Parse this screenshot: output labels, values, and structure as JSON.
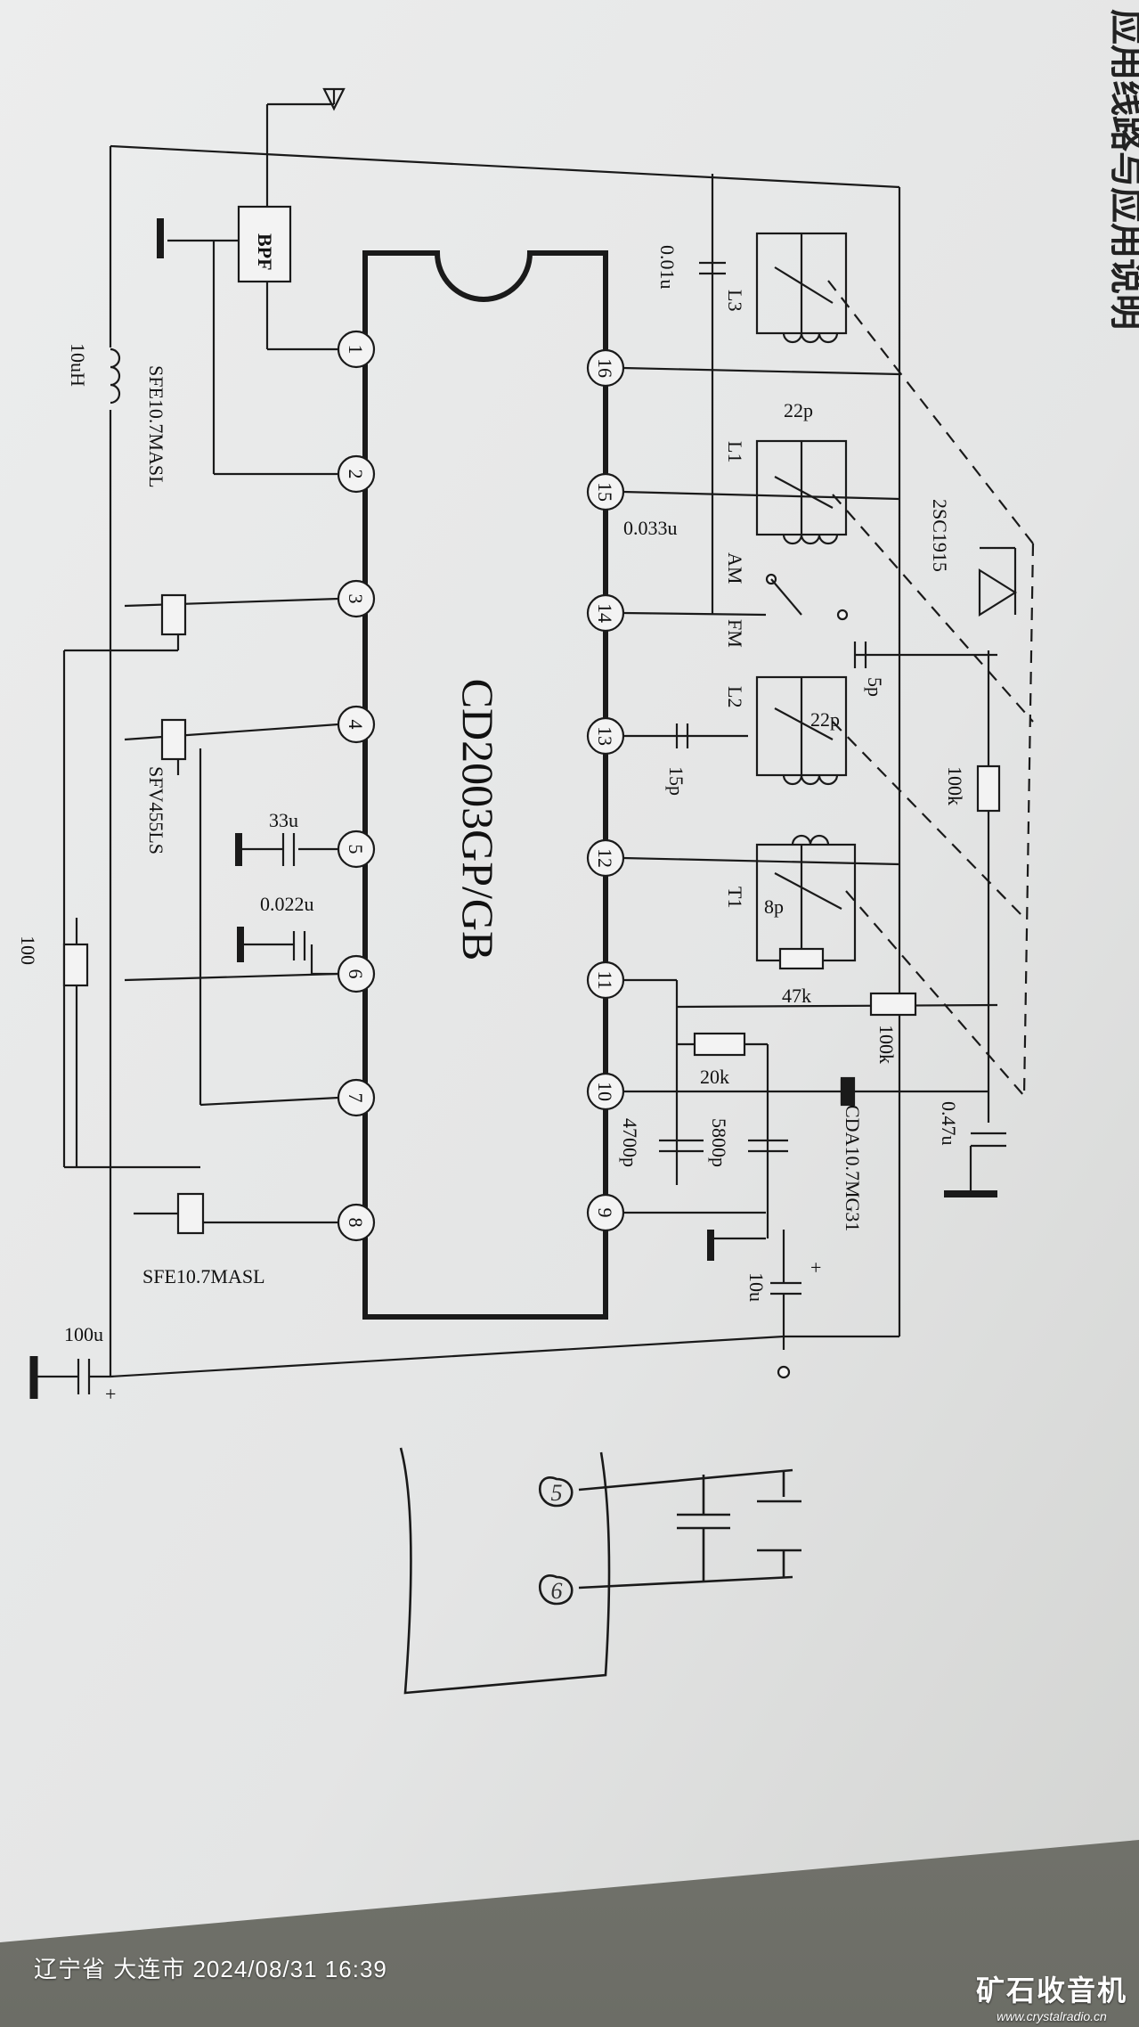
{
  "page_header": "应用线路与应用说明",
  "ic": {
    "part": "CD2003GP/GB",
    "pins": [
      "1",
      "2",
      "3",
      "4",
      "5",
      "6",
      "7",
      "8",
      "9",
      "10",
      "11",
      "12",
      "13",
      "14",
      "15",
      "16"
    ]
  },
  "components": {
    "bpf": "BPF",
    "l_10uh": "10uH",
    "sfe_top": "SFE10.7MASL",
    "sfv": "SFV455LS",
    "sfe_bottom": "SFE10.7MASL",
    "r_100": "100",
    "c_33u": "33u",
    "c_0022u": "0.022u",
    "c_100u": "100u",
    "c_001u": "0.01u",
    "l3": "L3",
    "c_22p_a": "22p",
    "l1": "L1",
    "c_0033u": "0.033u",
    "am": "AM",
    "fm": "FM",
    "transistor": "2SC1915",
    "c_5p": "5p",
    "c_22p_b": "22p",
    "l2": "L2",
    "c_15p": "15p",
    "r_100k_a": "100k",
    "t1": "T1",
    "c_8p": "8p",
    "r_47k": "47k",
    "r_100k_b": "100k",
    "r_20k": "20k",
    "c_4700p": "4700p",
    "c_5800p": "5800p",
    "cda": "CDA10.7MG31",
    "c_047u": "0.47u",
    "c_10u": "10u",
    "plus_a": "+",
    "plus_b": "+"
  },
  "hand_sketch": {
    "pin_a": "5",
    "pin_b": "6"
  },
  "stamp": "辽宁省 大连市  2024/08/31 16:39",
  "watermark": {
    "name": "矿石收音机",
    "url": "www.crystalradio.cn"
  },
  "colors": {
    "paper": "#e9eaea",
    "ink": "#1a1a1a",
    "wall": "#8f9089"
  }
}
